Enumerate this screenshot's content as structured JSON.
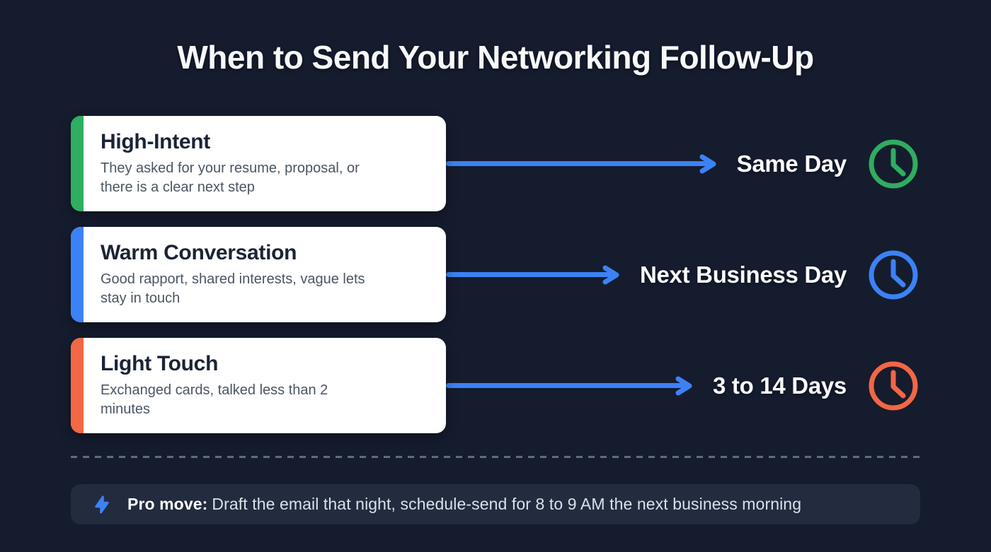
{
  "page": {
    "title": "When to Send Your Networking Follow-Up",
    "colors": {
      "background": "#151c2e",
      "card": "#ffffff",
      "arrow": "#3b82f6",
      "divider": "#7c8597",
      "tip_bar": "#232b3e"
    }
  },
  "rows": [
    {
      "title": "High-Intent",
      "description": "They asked for your resume, proposal, or there is a clear next step",
      "timing": "Same Day",
      "accent_color": "#2fad60",
      "icon": "clock-icon"
    },
    {
      "title": "Warm Conversation",
      "description": "Good rapport, shared interests, vague lets stay in touch",
      "timing": "Next Business Day",
      "accent_color": "#3b82f6",
      "icon": "clock-icon"
    },
    {
      "title": "Light Touch",
      "description": "Exchanged cards, talked less than 2 minutes",
      "timing": "3 to 14 Days",
      "accent_color": "#f26744",
      "icon": "clock-icon"
    }
  ],
  "pro_tip": {
    "label": "Pro move:",
    "text": "Draft the email that night, schedule-send for 8 to 9 AM the next business morning",
    "icon": "lightning-bolt-icon"
  }
}
